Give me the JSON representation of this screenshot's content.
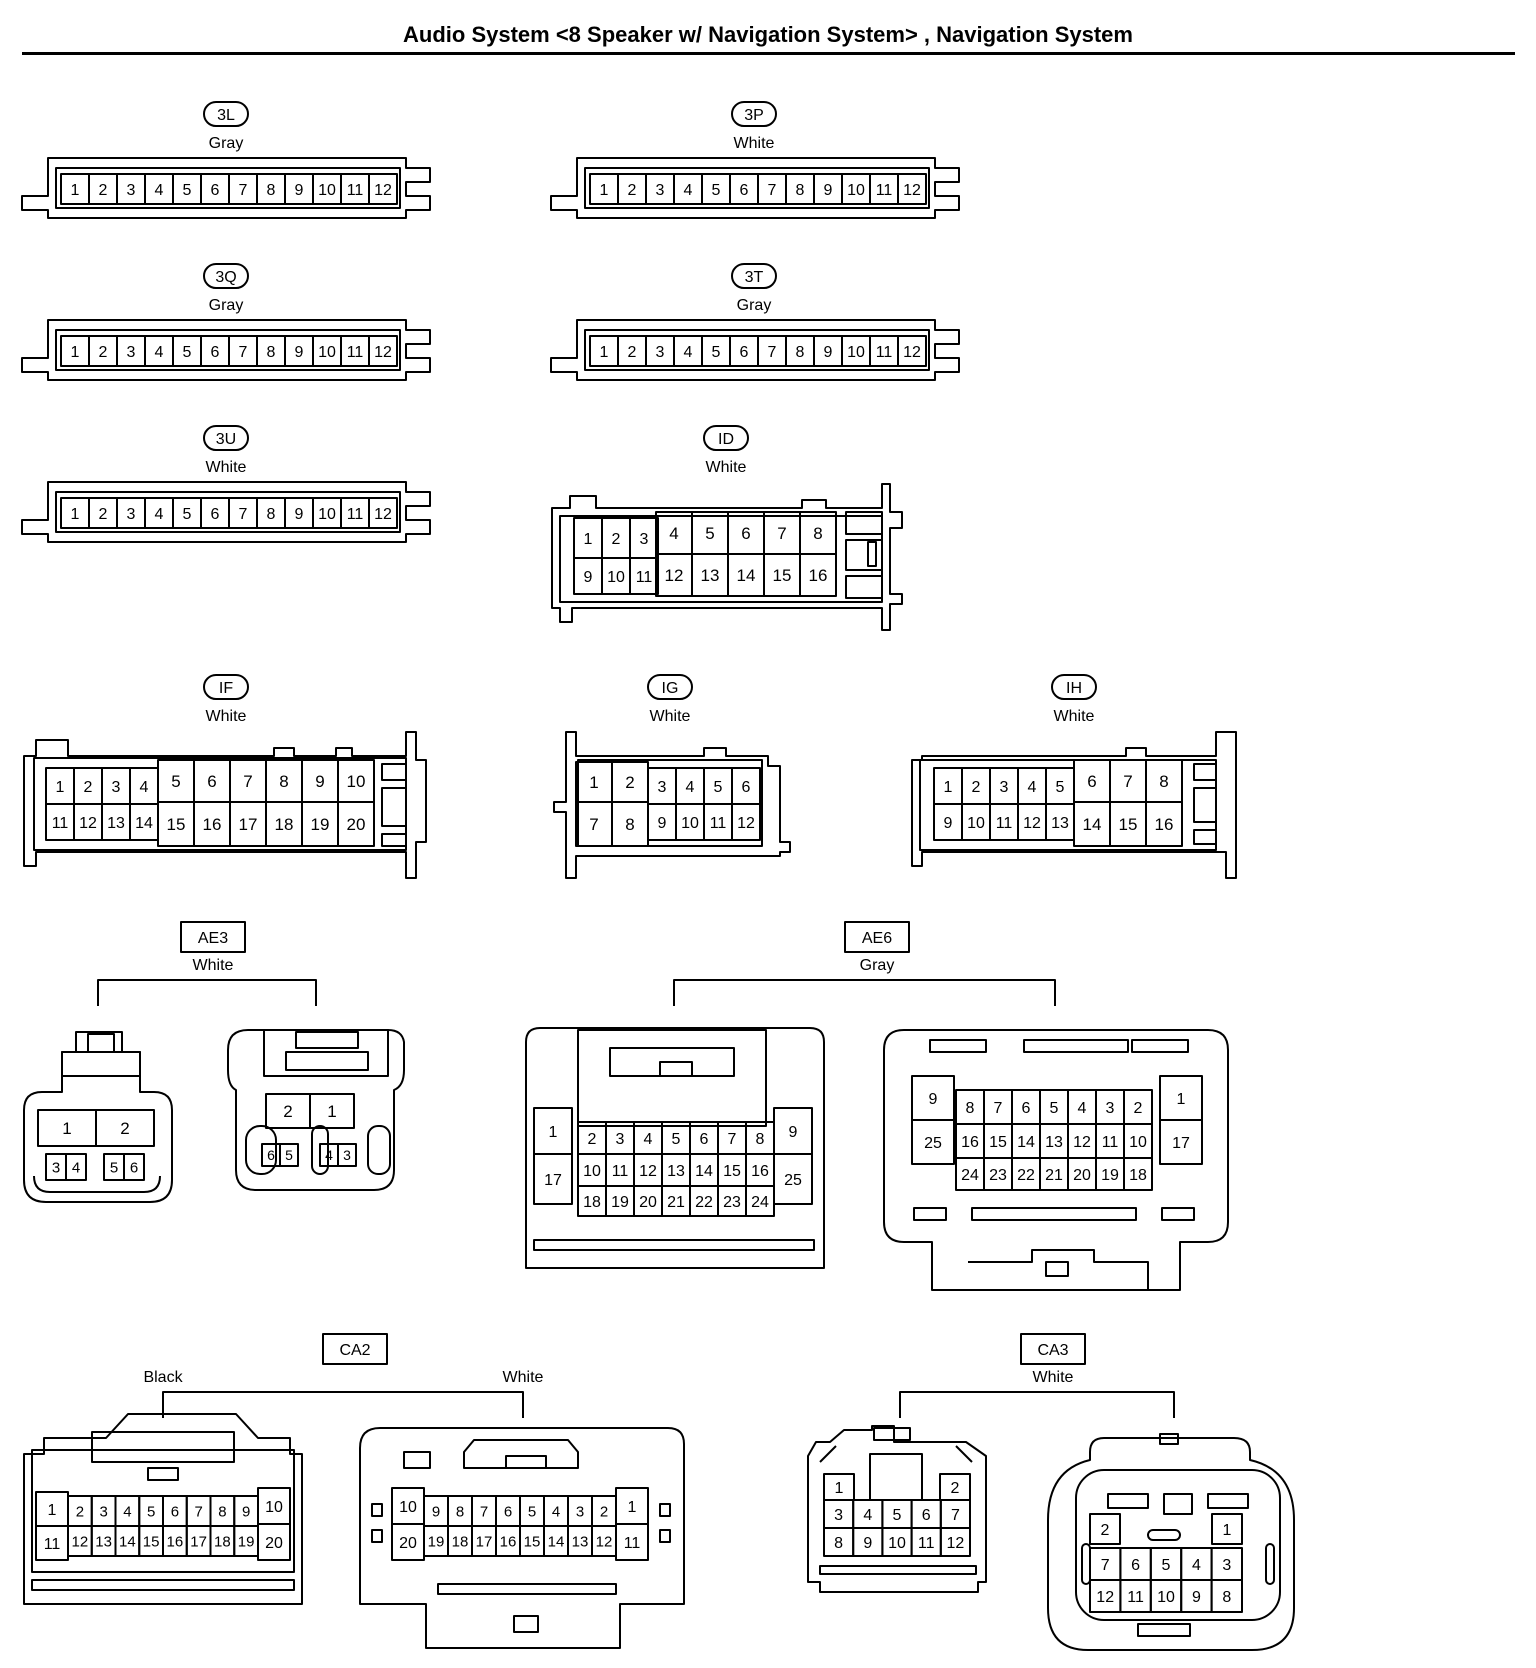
{
  "title": "Audio System <8 Speaker w/ Navigation System> , Navigation System",
  "connectors": {
    "c3L": {
      "code": "3L",
      "color": "Gray"
    },
    "c3P": {
      "code": "3P",
      "color": "White"
    },
    "c3Q": {
      "code": "3Q",
      "color": "Gray"
    },
    "c3T": {
      "code": "3T",
      "color": "Gray"
    },
    "c3U": {
      "code": "3U",
      "color": "White"
    },
    "cID": {
      "code": "ID",
      "color": "White"
    },
    "cIF": {
      "code": "IF",
      "color": "White"
    },
    "cIG": {
      "code": "IG",
      "color": "White"
    },
    "cIH": {
      "code": "IH",
      "color": "White"
    },
    "cAE3": {
      "code": "AE3",
      "color": "White"
    },
    "cAE6": {
      "code": "AE6",
      "color": "Gray"
    },
    "cCA2": {
      "code": "CA2",
      "color_left": "Black",
      "color_right": "White"
    },
    "cCA3": {
      "code": "CA3",
      "color": "White"
    }
  },
  "pins": {
    "strip12": [
      "1",
      "2",
      "3",
      "4",
      "5",
      "6",
      "7",
      "8",
      "9",
      "10",
      "11",
      "12"
    ],
    "ID": {
      "small": [
        "1",
        "2",
        "3",
        "9",
        "10",
        "11"
      ],
      "big_top": [
        "4",
        "5",
        "6",
        "7",
        "8"
      ],
      "big_bot": [
        "12",
        "13",
        "14",
        "15",
        "16"
      ]
    },
    "IF": {
      "small_top": [
        "1",
        "2",
        "3",
        "4"
      ],
      "small_bot": [
        "11",
        "12",
        "13",
        "14"
      ],
      "big_top": [
        "5",
        "6",
        "7",
        "8",
        "9",
        "10"
      ],
      "big_bot": [
        "15",
        "16",
        "17",
        "18",
        "19",
        "20"
      ]
    },
    "IG": {
      "big": [
        "1",
        "2",
        "7",
        "8"
      ],
      "small_top": [
        "3",
        "4",
        "5",
        "6"
      ],
      "small_bot": [
        "9",
        "10",
        "11",
        "12"
      ]
    },
    "IH": {
      "small_top": [
        "1",
        "2",
        "3",
        "4",
        "5"
      ],
      "small_bot": [
        "9",
        "10",
        "11",
        "12",
        "13"
      ],
      "big_top": [
        "6",
        "7",
        "8"
      ],
      "big_bot": [
        "14",
        "15",
        "16"
      ]
    },
    "AE3_left": {
      "big": [
        "1",
        "2"
      ],
      "small": [
        "3",
        "4",
        "5",
        "6"
      ]
    },
    "AE3_right": {
      "big": [
        "2",
        "1"
      ],
      "small": [
        "6",
        "5",
        "4",
        "3"
      ]
    },
    "AE6_left": {
      "side_left": [
        "1",
        "17"
      ],
      "side_right": [
        "9",
        "25"
      ],
      "row1": [
        "2",
        "3",
        "4",
        "5",
        "6",
        "7",
        "8"
      ],
      "row2": [
        "10",
        "11",
        "12",
        "13",
        "14",
        "15",
        "16"
      ],
      "row3": [
        "18",
        "19",
        "20",
        "21",
        "22",
        "23",
        "24"
      ]
    },
    "AE6_right": {
      "side_left": [
        "9",
        "25"
      ],
      "side_right": [
        "1",
        "17"
      ],
      "row1": [
        "8",
        "7",
        "6",
        "5",
        "4",
        "3",
        "2"
      ],
      "row2": [
        "16",
        "15",
        "14",
        "13",
        "12",
        "11",
        "10"
      ],
      "row3": [
        "24",
        "23",
        "22",
        "21",
        "20",
        "19",
        "18"
      ]
    },
    "CA2_left": {
      "side_left": [
        "1",
        "11"
      ],
      "side_right": [
        "10",
        "20"
      ],
      "row1": [
        "2",
        "3",
        "4",
        "5",
        "6",
        "7",
        "8",
        "9"
      ],
      "row2": [
        "12",
        "13",
        "14",
        "15",
        "16",
        "17",
        "18",
        "19"
      ]
    },
    "CA2_right": {
      "side_left": [
        "10",
        "20"
      ],
      "side_right": [
        "1",
        "11"
      ],
      "row1": [
        "9",
        "8",
        "7",
        "6",
        "5",
        "4",
        "3",
        "2"
      ],
      "row2": [
        "19",
        "18",
        "17",
        "16",
        "15",
        "14",
        "13",
        "12"
      ]
    },
    "CA3_left": {
      "row0": [
        "1",
        "2"
      ],
      "row1": [
        "3",
        "4",
        "5",
        "6",
        "7"
      ],
      "row2": [
        "8",
        "9",
        "10",
        "11",
        "12"
      ]
    },
    "CA3_right": {
      "row0": [
        "2",
        "1"
      ],
      "row1": [
        "7",
        "6",
        "5",
        "4",
        "3"
      ],
      "row2": [
        "12",
        "11",
        "10",
        "9",
        "8"
      ]
    }
  }
}
